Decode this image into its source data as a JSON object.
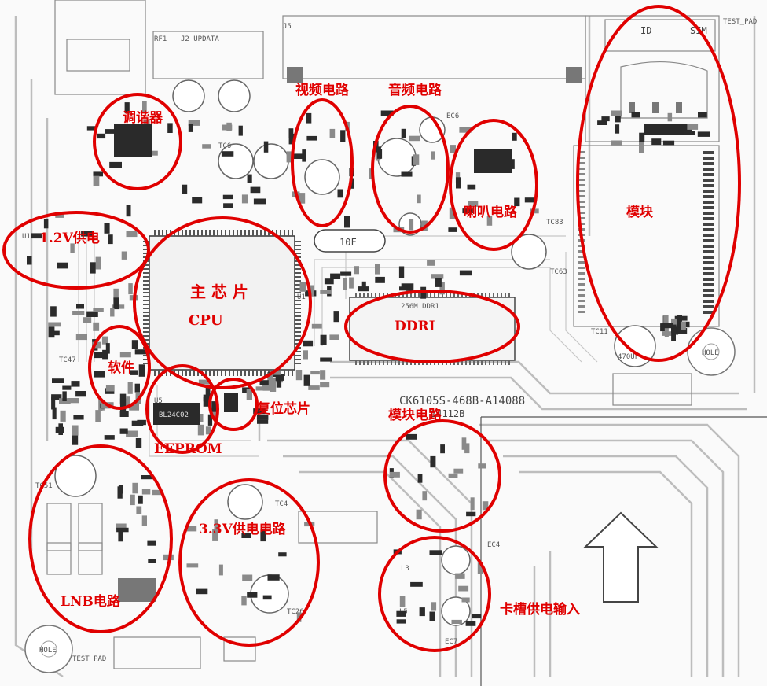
{
  "board": {
    "model": "CK6105S-468B-A14088",
    "model_sub": "14112B",
    "silkscreen": {
      "ddr_chip": "256M DDR1",
      "crystal": "10F",
      "cap_470": "470UF",
      "hole_right": "HOLE",
      "hole_left": "HOLE",
      "test_pad_top": "TEST_PAD",
      "test_pad_bottom": "TEST_PAD",
      "id_text": "ID",
      "sim_text": "SIM",
      "j2_label": "J2 UPDATA",
      "j5_label": "J5",
      "rf1": "RF1",
      "eeprom_ic": "BL24C02",
      "tc_labels": [
        "TC6",
        "TC11",
        "TC63",
        "TC83",
        "TC4",
        "TC26",
        "TC47",
        "TC51"
      ],
      "ec_labels": [
        "EC4",
        "EC6",
        "EC7"
      ],
      "l_labels": [
        "L3",
        "L5"
      ],
      "u_labels": [
        "U1",
        "U12",
        "U5"
      ]
    }
  },
  "callouts": [
    {
      "id": "tuner",
      "label": "调谐器"
    },
    {
      "id": "video",
      "label": "视频电路"
    },
    {
      "id": "audio",
      "label": "音频电路"
    },
    {
      "id": "speaker",
      "label": "喇叭电路"
    },
    {
      "id": "module",
      "label": "模块"
    },
    {
      "id": "power12",
      "label": "1.2V供电"
    },
    {
      "id": "cpu",
      "label": "主 芯 片",
      "label2": "CPU"
    },
    {
      "id": "ddr",
      "label": "DDRI"
    },
    {
      "id": "software",
      "label": "软件"
    },
    {
      "id": "eeprom",
      "label": "EEPROM"
    },
    {
      "id": "reset",
      "label": "复位芯片"
    },
    {
      "id": "module_circuit",
      "label": "模块电路"
    },
    {
      "id": "power33",
      "label": "3.3V供电电路"
    },
    {
      "id": "lnb",
      "label": "LNB电路"
    },
    {
      "id": "slot_power",
      "label": "卡槽供电输入"
    }
  ]
}
